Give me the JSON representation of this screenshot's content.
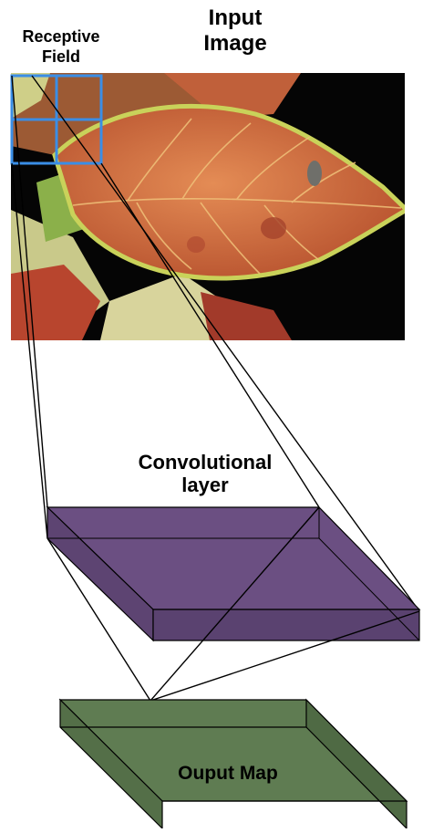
{
  "labels": {
    "input_image": [
      "Input",
      "Image"
    ],
    "receptive_field": [
      "Receptive",
      "Field"
    ],
    "conv_layer": [
      "Convolutional",
      "layer"
    ],
    "output_map": "Ouput Map"
  },
  "image": {
    "subject": "orange-red leaf with serrated yellow-green edges on black background"
  },
  "colors": {
    "receptive_field_grid": "#3a8ee6",
    "conv_layer_fill": "#6b4f82",
    "output_map_fill": "#5f7c52",
    "lines": "#000000"
  }
}
